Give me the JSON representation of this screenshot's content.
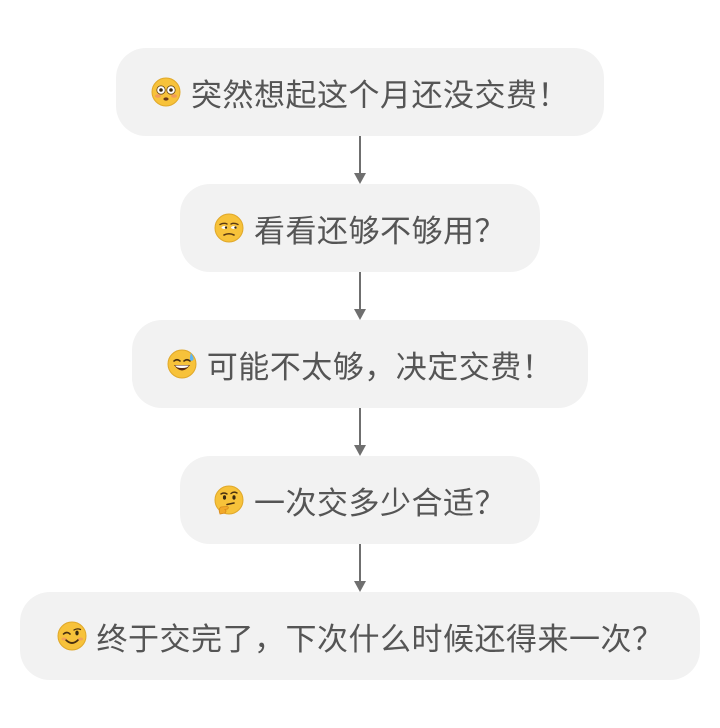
{
  "steps": [
    {
      "emoji": "flushed-face-icon",
      "text": "突然想起这个月还没交费！"
    },
    {
      "emoji": "unamused-face-icon",
      "text": "看看还够不够用？"
    },
    {
      "emoji": "grinning-sweat-face-icon",
      "text": "可能不太够，决定交费！"
    },
    {
      "emoji": "thinking-face-icon",
      "text": "一次交多少合适？"
    },
    {
      "emoji": "winking-face-icon",
      "text": "终于交完了，下次什么时候还得来一次？"
    }
  ],
  "colors": {
    "box_fill": "#f2f2f2",
    "text": "#555555",
    "arrow": "#6f6f6f",
    "emoji_yellow": "#f7c23a"
  }
}
